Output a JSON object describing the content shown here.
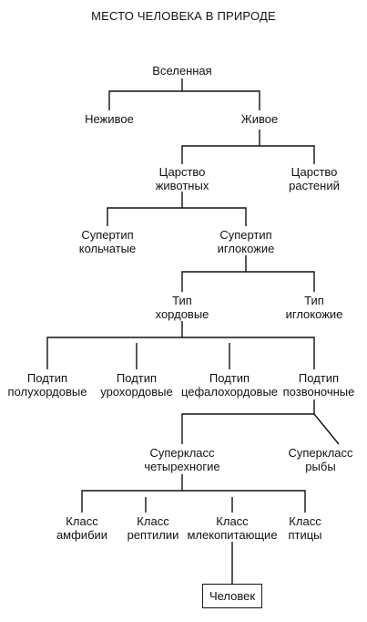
{
  "title": "МЕСТО ЧЕЛОВЕКА В ПРИРОДЕ",
  "nodes": {
    "universe": {
      "lines": [
        "Вселенная"
      ]
    },
    "nonliving": {
      "lines": [
        "Неживое"
      ]
    },
    "living": {
      "lines": [
        "Живое"
      ]
    },
    "kingdom_animals": {
      "lines": [
        "Царство",
        "животных"
      ]
    },
    "kingdom_plants": {
      "lines": [
        "Царство",
        "растений"
      ]
    },
    "supertype_annelids": {
      "lines": [
        "Супертип",
        "кольчатые"
      ]
    },
    "supertype_spiny": {
      "lines": [
        "Супертип",
        "иглокожие"
      ]
    },
    "type_chordates": {
      "lines": [
        "Тип",
        "хордовые"
      ]
    },
    "type_echinoderms": {
      "lines": [
        "Тип",
        "иглокожие"
      ]
    },
    "subtype_hemichordates": {
      "lines": [
        "Подтип",
        "полухордовые"
      ]
    },
    "subtype_urochordates": {
      "lines": [
        "Подтип",
        "урохордовые"
      ]
    },
    "subtype_cephalochordates": {
      "lines": [
        "Подтип",
        "цефалохордовые"
      ]
    },
    "subtype_vertebrates": {
      "lines": [
        "Подтип",
        "позвоночные"
      ]
    },
    "superclass_tetrapods": {
      "lines": [
        "Суперкласс",
        "четырехногие"
      ]
    },
    "superclass_fish": {
      "lines": [
        "Суперкласс",
        "рыбы"
      ]
    },
    "class_amphibians": {
      "lines": [
        "Класс",
        "амфибии"
      ]
    },
    "class_reptiles": {
      "lines": [
        "Класс",
        "рептилии"
      ]
    },
    "class_mammals": {
      "lines": [
        "Класс",
        "млекопитающие"
      ]
    },
    "class_birds": {
      "lines": [
        "Класс",
        "птицы"
      ]
    },
    "human": {
      "lines": [
        "Человек"
      ]
    }
  }
}
